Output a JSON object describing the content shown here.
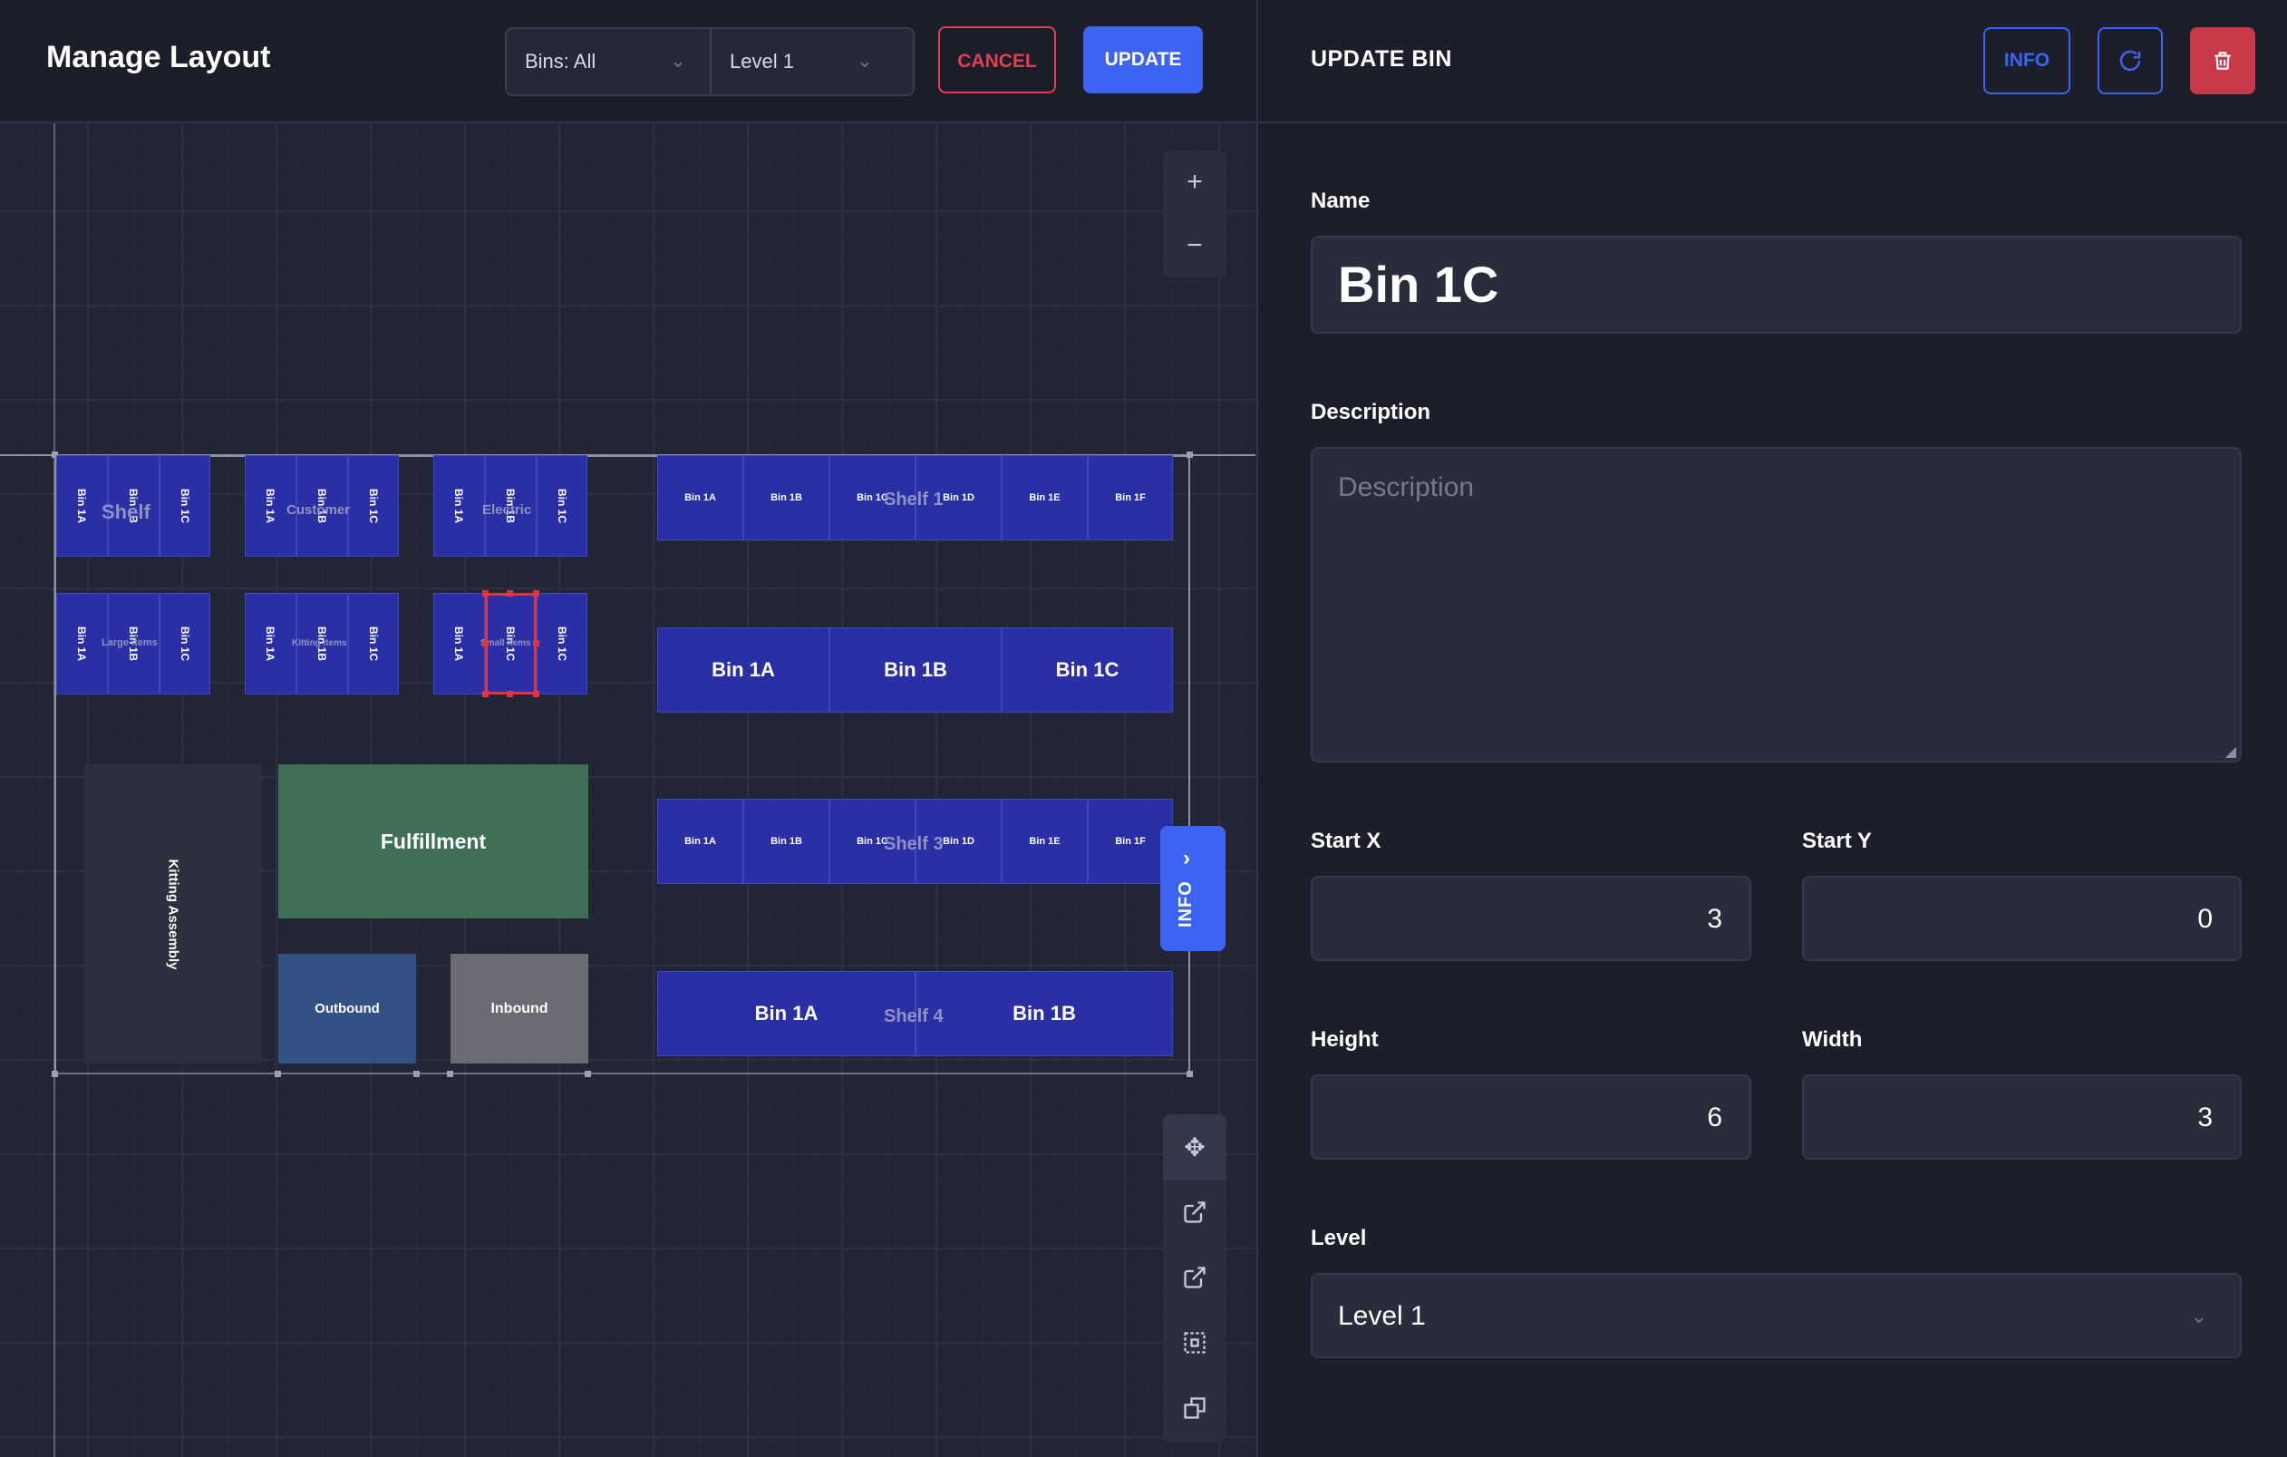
{
  "header": {
    "title": "Manage Layout",
    "bins_filter": "Bins: All",
    "level_filter": "Level 1",
    "cancel_label": "CANCEL",
    "update_label": "UPDATE"
  },
  "canvas": {
    "zoom_in": "+",
    "zoom_out": "−",
    "info_tab": "INFO",
    "shelves_small": [
      {
        "label": "Shelf",
        "bins": [
          "Bin 1A",
          "Bin 1B",
          "Bin 1C"
        ]
      },
      {
        "label": "Customer",
        "bins": [
          "Bin 1A",
          "Bin 1B",
          "Bin 1C"
        ]
      },
      {
        "label": "Electric",
        "bins": [
          "Bin 1A",
          "Bin 1B",
          "Bin 1C"
        ]
      },
      {
        "label": "Large Items",
        "bins": [
          "Bin 1A",
          "Bin 1B",
          "Bin 1C"
        ]
      },
      {
        "label": "Kitting Items",
        "bins": [
          "Bin 1A",
          "Bin 1B",
          "Bin 1C"
        ]
      },
      {
        "label": "Small Items",
        "bins": [
          "Bin 1A",
          "Bin 1C",
          "Bin 1C"
        ]
      }
    ],
    "shelf1": {
      "label": "Shelf 1",
      "bins": [
        "Bin 1A",
        "Bin 1B",
        "Bin 1C",
        "Bin 1D",
        "Bin 1E",
        "Bin 1F"
      ]
    },
    "shelf2": {
      "bins": [
        "Bin 1A",
        "Bin 1B",
        "Bin 1C"
      ]
    },
    "shelf3": {
      "label": "Shelf 3",
      "bins": [
        "Bin 1A",
        "Bin 1B",
        "Bin 1C",
        "Bin 1D",
        "Bin 1E",
        "Bin 1F"
      ]
    },
    "shelf4": {
      "label": "Shelf 4",
      "bins": [
        "Bin 1A",
        "Bin 1B"
      ]
    },
    "zones": {
      "kitting": "Kitting Assembly",
      "fulfillment": "Fulfillment",
      "outbound": "Outbound",
      "inbound": "Inbound"
    }
  },
  "panel": {
    "title": "UPDATE BIN",
    "info_label": "INFO",
    "name_label": "Name",
    "name_value": "Bin 1C",
    "description_label": "Description",
    "description_placeholder": "Description",
    "start_x_label": "Start X",
    "start_x_value": "3",
    "start_y_label": "Start Y",
    "start_y_value": "0",
    "height_label": "Height",
    "height_value": "6",
    "width_label": "Width",
    "width_value": "3",
    "level_label": "Level",
    "level_value": "Level 1"
  },
  "colors": {
    "accent": "#3d63f3",
    "danger": "#e0414f",
    "bin": "#2a2fa6",
    "fulfillment": "#3f6f55",
    "outbound": "#345185",
    "inbound": "#6a6b73",
    "kitting": "#2d2e3e"
  }
}
